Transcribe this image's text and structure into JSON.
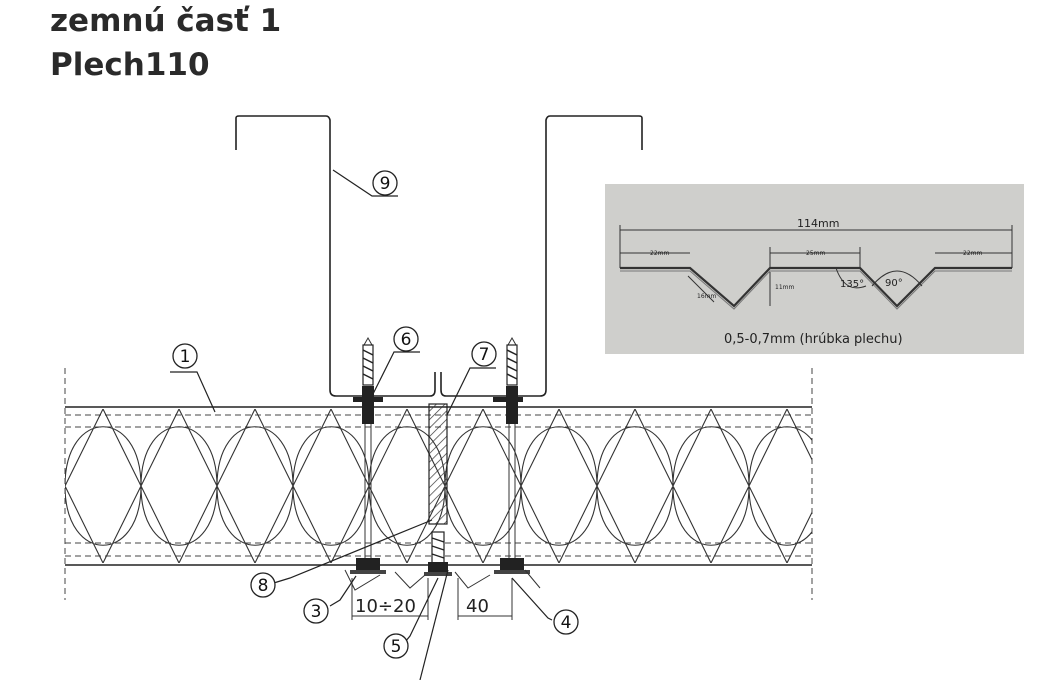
{
  "title": {
    "line1": "zemnú časť 1",
    "line2": "Plech110"
  },
  "callouts": [
    {
      "id": "1",
      "label": "1"
    },
    {
      "id": "3",
      "label": "3"
    },
    {
      "id": "4",
      "label": "4"
    },
    {
      "id": "5",
      "label": "5"
    },
    {
      "id": "6",
      "label": "6"
    },
    {
      "id": "7",
      "label": "7"
    },
    {
      "id": "8",
      "label": "8"
    },
    {
      "id": "9",
      "label": "9"
    }
  ],
  "dimensions": {
    "gap": "10÷20",
    "edge": "40"
  },
  "profile_inset": {
    "total_width": "114mm",
    "left_flange": "22mm",
    "center_flat": "25mm",
    "right_flange": "22mm",
    "slope_length": "16mm",
    "rib_height": "11mm",
    "angle_outer": "135°",
    "angle_inner": "90°",
    "thickness_note": "0,5-0,7mm (hrúbka plechu)"
  },
  "colors": {
    "inset_background": "#cfcfcc",
    "line": "#222222"
  }
}
